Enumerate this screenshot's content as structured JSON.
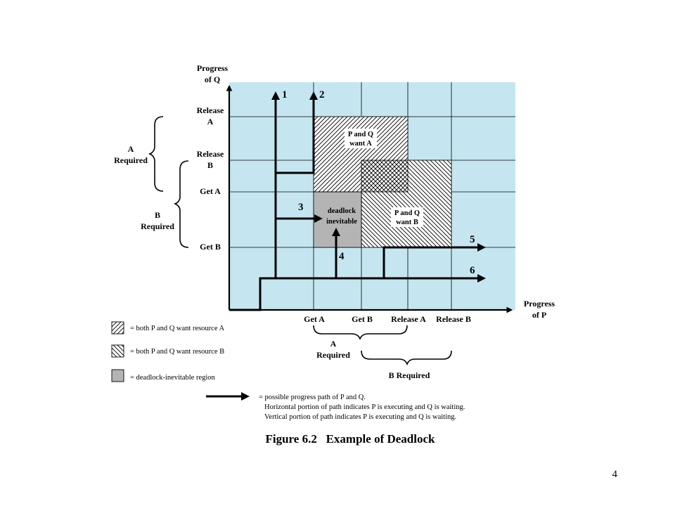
{
  "colors": {
    "plot_bg": "#c5e6f0",
    "grid": "#000000",
    "shade": "#b4b4b4"
  },
  "axes": {
    "y_title": [
      "Progress",
      "of Q"
    ],
    "x_title": [
      "Progress",
      "of P"
    ],
    "y_ticks": {
      "release_a": [
        "Release",
        "A"
      ],
      "release_b": [
        "Release",
        "B"
      ],
      "get_a": "Get A",
      "get_b": "Get B"
    },
    "x_ticks": {
      "get_a": "Get A",
      "get_b": "Get B",
      "release_a": "Release A",
      "release_b": "Release B"
    }
  },
  "braces": {
    "y_a_required": [
      "A",
      "Required"
    ],
    "y_b_required": [
      "B",
      "Required"
    ],
    "x_a_required": [
      "A",
      "Required"
    ],
    "x_b_required": "B Required"
  },
  "regions": {
    "both_want_a": [
      "P and Q",
      "want A"
    ],
    "both_want_b": [
      "P and Q",
      "want B"
    ],
    "deadlock": [
      "deadlock",
      "inevitable"
    ]
  },
  "paths": {
    "p1": "1",
    "p2": "2",
    "p3": "3",
    "p4": "4",
    "p5": "5",
    "p6": "6"
  },
  "legend": {
    "want_a": "= both P and Q want resource A",
    "want_b": "= both P and Q want resource B",
    "deadlock": "= deadlock-inevitable region",
    "path_lines": [
      "= possible progress path of P and Q.",
      "Horizontal portion of path indicates P is executing and Q is waiting.",
      "Vertical portion of path indicates P is executing and Q is waiting."
    ]
  },
  "caption": "Figure 6.2   Example of Deadlock",
  "page_number": "4"
}
